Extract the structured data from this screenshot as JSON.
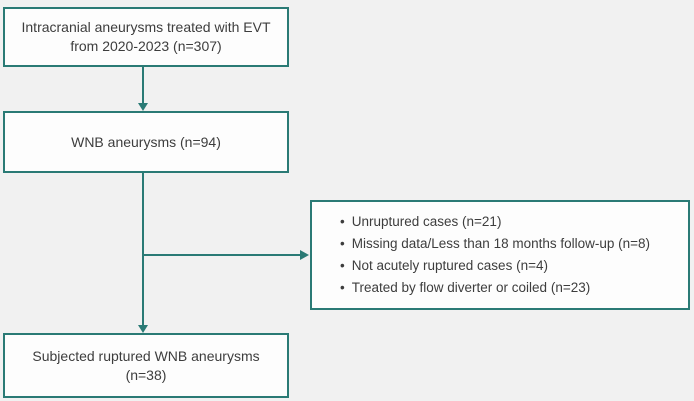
{
  "colors": {
    "accent": "#2a7a75",
    "box_fill": "#fdfdfd",
    "background": "#f1f1f1",
    "text": "#3d3d3d"
  },
  "boxes": {
    "population": {
      "line1": "Intracranial aneurysms treated with EVT",
      "line2": "from 2020-2023 (n=307)"
    },
    "wnb": {
      "label": "WNB aneurysms (n=94)"
    },
    "exclusions": {
      "items": [
        "Unruptured cases (n=21)",
        "Missing data/Less than 18 months follow-up (n=8)",
        "Not acutely ruptured cases (n=4)",
        "Treated by flow diverter or coiled (n=23)"
      ]
    },
    "final": {
      "line1": "Subjected ruptured WNB aneurysms",
      "line2": "(n=38)"
    }
  }
}
